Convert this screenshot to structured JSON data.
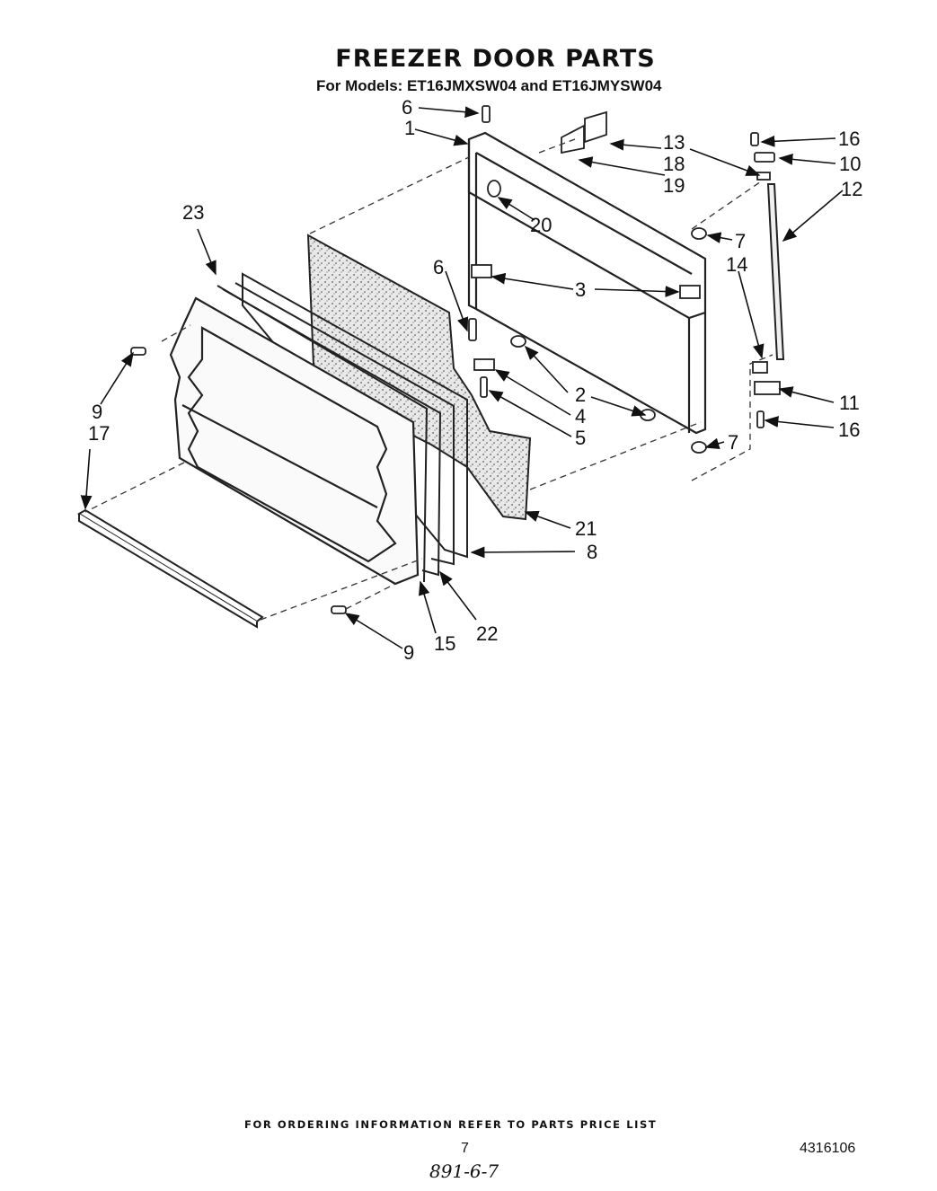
{
  "header": {
    "title": "FREEZER DOOR PARTS",
    "subtitle": "For Models: ET16JMXSW04 and ET16JMYSW04"
  },
  "callouts": [
    {
      "id": "c6a",
      "label": "6"
    },
    {
      "id": "c1",
      "label": "1"
    },
    {
      "id": "c13",
      "label": "13"
    },
    {
      "id": "c18",
      "label": "18"
    },
    {
      "id": "c19",
      "label": "19"
    },
    {
      "id": "c16a",
      "label": "16"
    },
    {
      "id": "c10",
      "label": "10"
    },
    {
      "id": "c12",
      "label": "12"
    },
    {
      "id": "c20",
      "label": "20"
    },
    {
      "id": "c23",
      "label": "23"
    },
    {
      "id": "c7a",
      "label": "7"
    },
    {
      "id": "c14",
      "label": "14"
    },
    {
      "id": "c6b",
      "label": "6"
    },
    {
      "id": "c3",
      "label": "3"
    },
    {
      "id": "c9a",
      "label": "9"
    },
    {
      "id": "c17",
      "label": "17"
    },
    {
      "id": "c2",
      "label": "2"
    },
    {
      "id": "c4",
      "label": "4"
    },
    {
      "id": "c5",
      "label": "5"
    },
    {
      "id": "c11",
      "label": "11"
    },
    {
      "id": "c16b",
      "label": "16"
    },
    {
      "id": "c7b",
      "label": "7"
    },
    {
      "id": "c21",
      "label": "21"
    },
    {
      "id": "c8",
      "label": "8"
    },
    {
      "id": "c22",
      "label": "22"
    },
    {
      "id": "c15",
      "label": "15"
    },
    {
      "id": "c9b",
      "label": "9"
    }
  ],
  "footer": {
    "ordering_note": "FOR ORDERING INFORMATION REFER TO PARTS PRICE LIST",
    "page_number": "7",
    "document_number": "4316106",
    "handwritten_note": "891-6-7"
  }
}
